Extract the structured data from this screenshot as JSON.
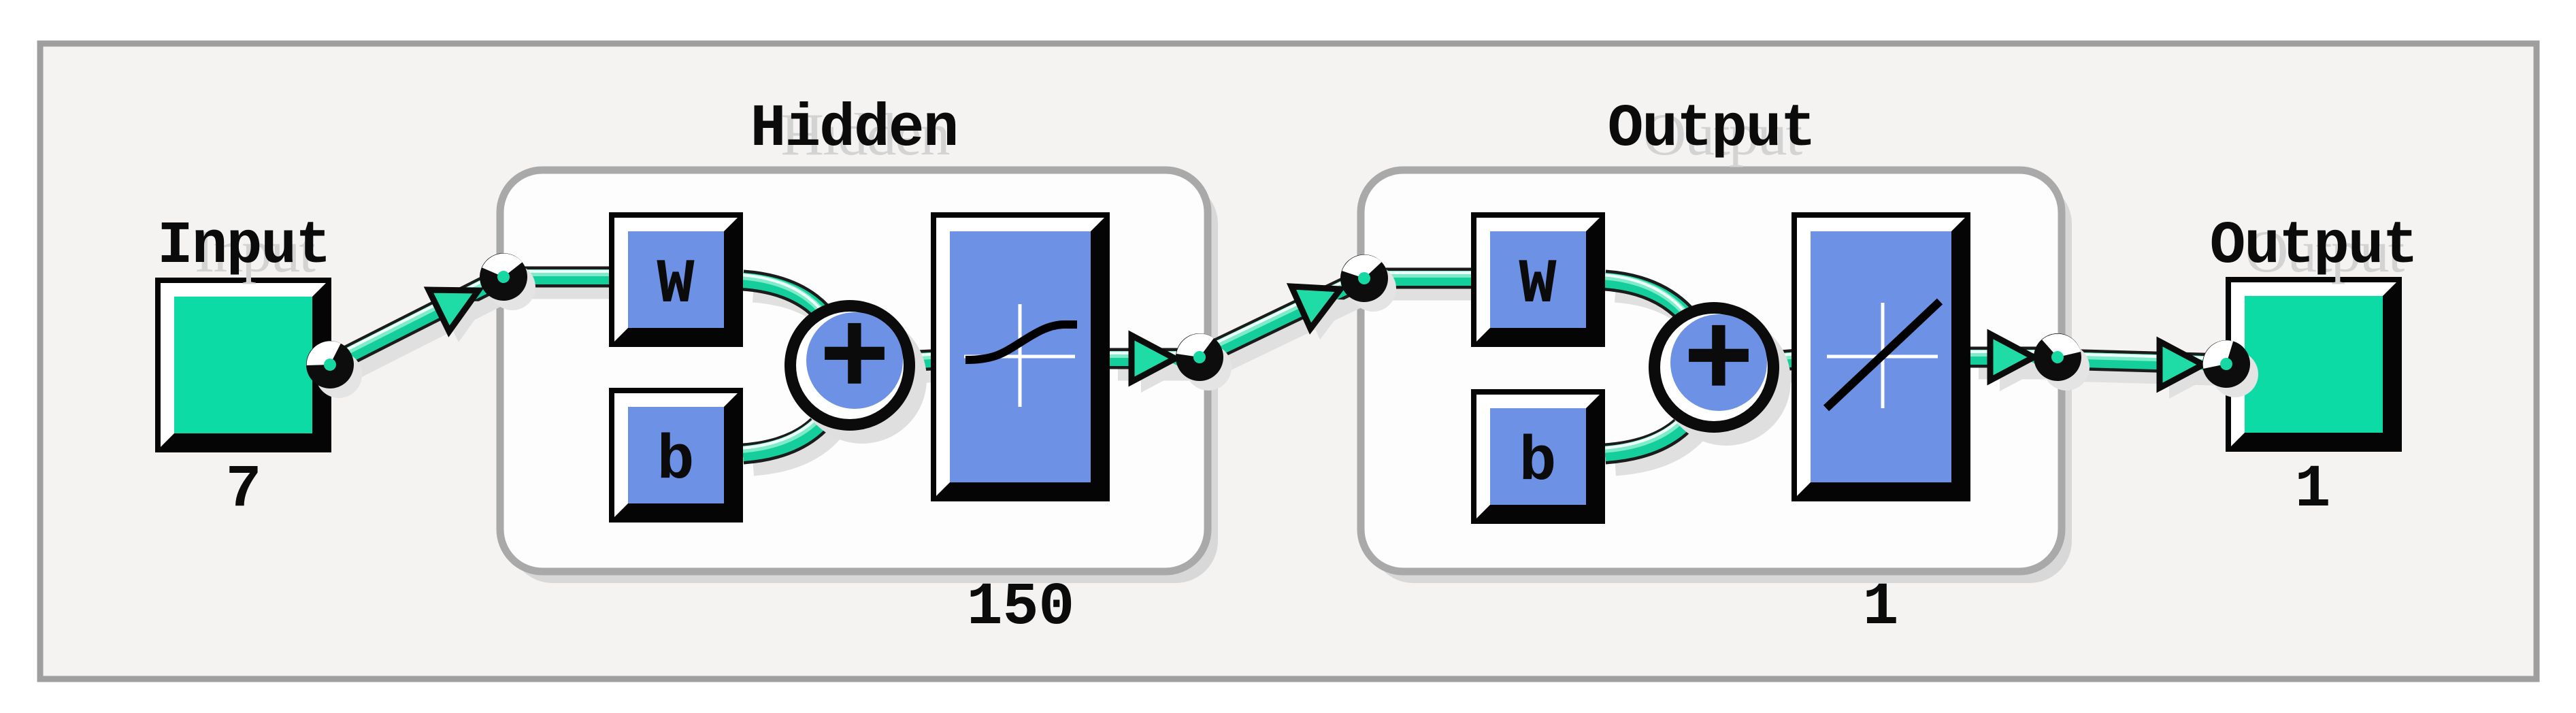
{
  "window": {
    "background": "#ffffff",
    "frame_fill": "#f4f3f1",
    "frame_border": "#9f9f9f"
  },
  "network": {
    "input": {
      "label": "Input",
      "size": "7"
    },
    "hidden_layer": {
      "title": "Hidden",
      "weight": "W",
      "bias": "b",
      "sum": "+",
      "activation": "tansig",
      "neurons": "150"
    },
    "output_layer": {
      "title": "Output",
      "weight": "W",
      "bias": "b",
      "sum": "+",
      "activation": "purelin",
      "neurons": "1"
    },
    "output": {
      "label": "Output",
      "size": "1"
    },
    "colors": {
      "signal_green": "#14cf9c",
      "arrow_green": "#1fdca6",
      "block_blue": "#6d91e4",
      "io_teal": "#0ddba6",
      "box_border": "#a9a9a9",
      "shadow_gray": "#d8d8d8",
      "text_black": "#0b0b0b"
    }
  }
}
